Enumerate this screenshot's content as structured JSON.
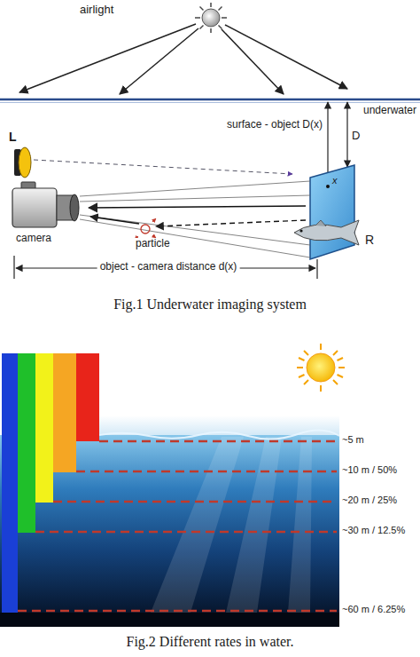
{
  "diagram": {
    "labels": [
      "airlight",
      "underwater",
      "surface - object D(x)",
      "D",
      "L",
      "x",
      "R",
      "camera",
      "particle",
      "object - camera distance d(x)",
      "Fig.1 Underwater imaging system",
      "~5 m",
      "~10 m / 50%",
      "~20 m / 25%",
      "~30 m / 12.5%",
      "~60 m / 6.25%",
      "Fig.2 Different rates in water."
    ]
  }
}
